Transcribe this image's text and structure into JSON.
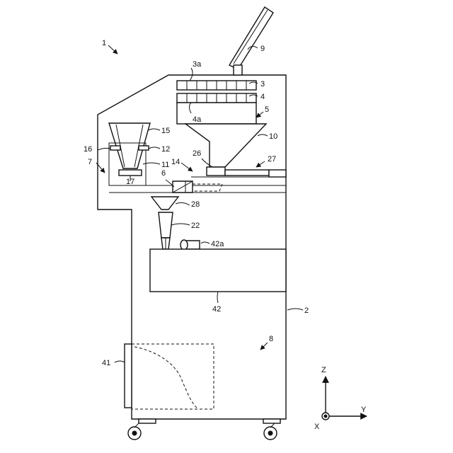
{
  "labels": {
    "l1": "1",
    "l2": "2",
    "l3": "3",
    "l3a": "3a",
    "l4": "4",
    "l4a": "4a",
    "l5": "5",
    "l6": "6",
    "l7": "7",
    "l8": "8",
    "l9": "9",
    "l10": "10",
    "l11": "11",
    "l12": "12",
    "l14": "14",
    "l15": "15",
    "l16": "16",
    "l17": "17",
    "l22": "22",
    "l26": "26",
    "l27": "27",
    "l28": "28",
    "l41": "41",
    "l42": "42",
    "l42a": "42a"
  },
  "axes": {
    "z": "Z",
    "y": "Y",
    "x": "X"
  }
}
